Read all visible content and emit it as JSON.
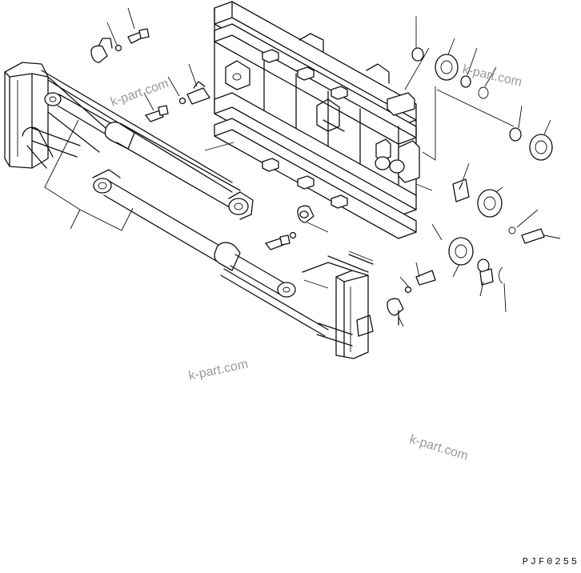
{
  "watermarks": [
    "k-part.com",
    "k-part.com",
    "k-part.com",
    "k-part.com"
  ],
  "drawing_code": "PJF0255",
  "colors": {
    "line": "#111111",
    "watermark": "#9a9a9a",
    "background": "#ffffff"
  }
}
